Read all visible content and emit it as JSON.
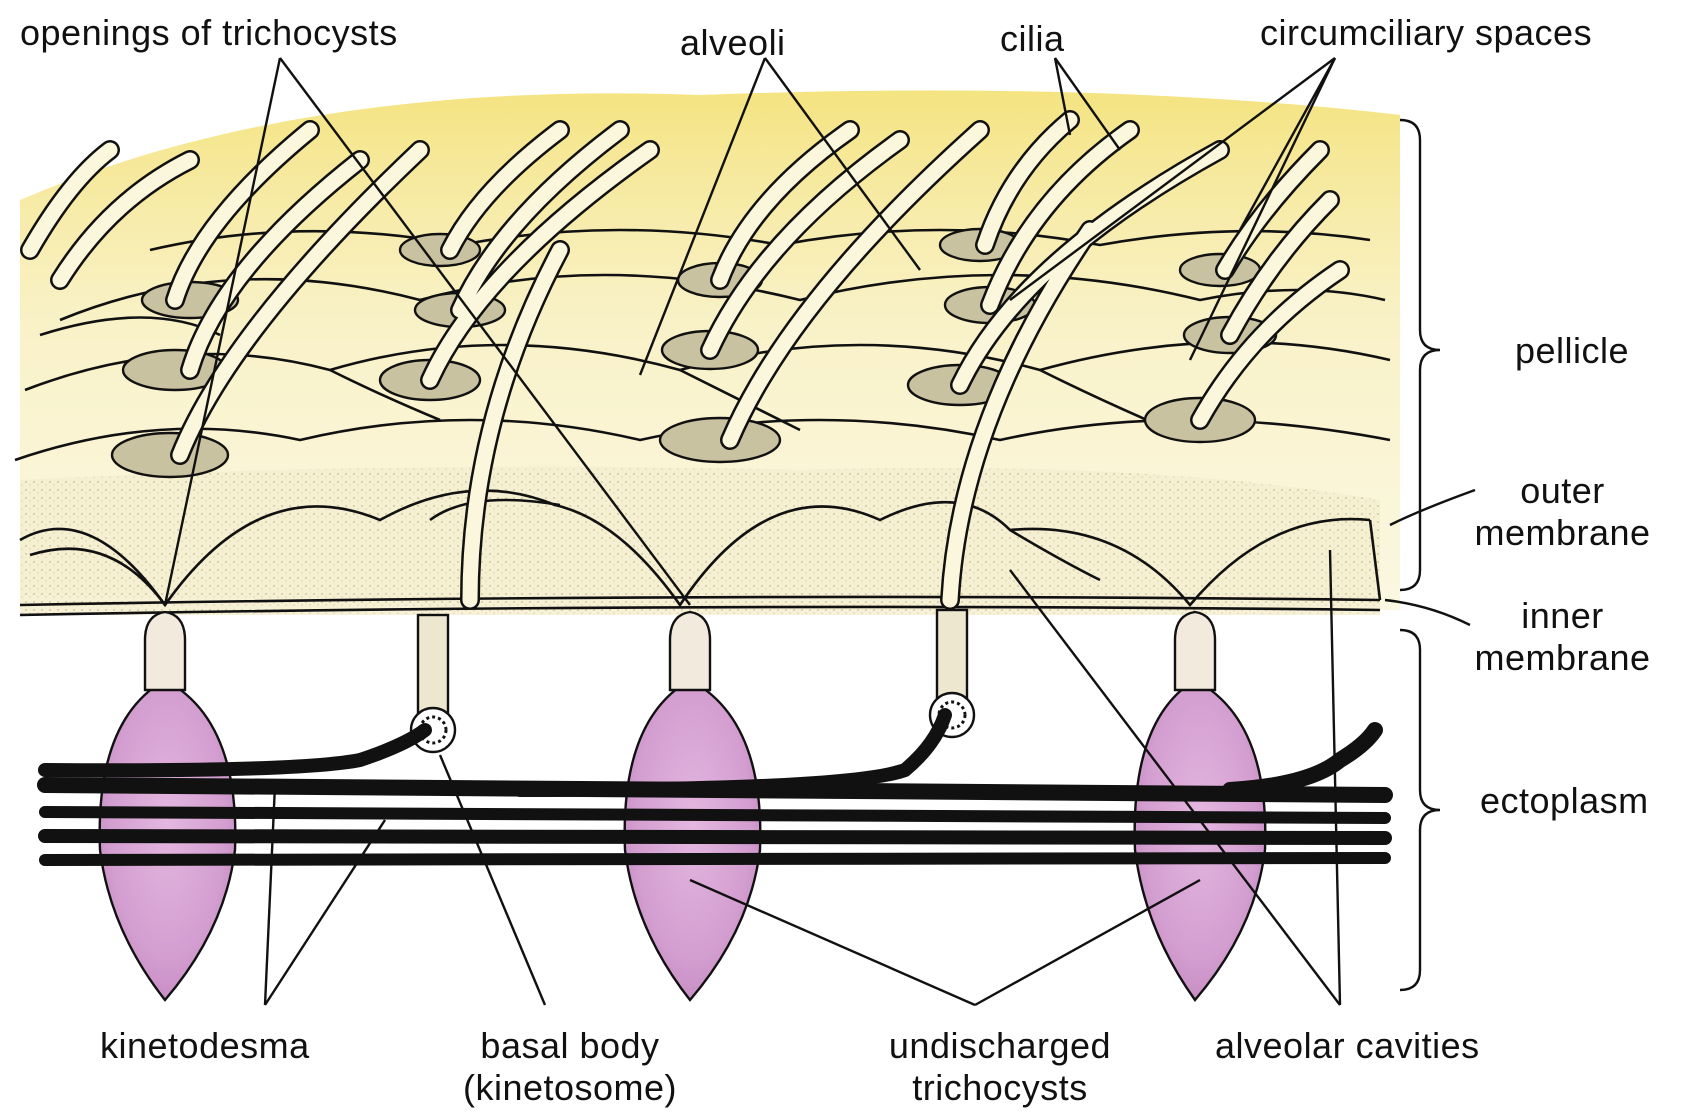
{
  "labels": {
    "openings_of_trichocysts": "openings of trichocysts",
    "alveoli": "alveoli",
    "cilia": "cilia",
    "circumciliary_spaces": "circumciliary spaces",
    "pellicle": "pellicle",
    "outer_membrane_1": "outer",
    "outer_membrane_2": "membrane",
    "inner_membrane_1": "inner",
    "inner_membrane_2": "membrane",
    "ectoplasm": "ectoplasm",
    "kinetodesma": "kinetodesma",
    "basal_body_1": "basal body",
    "basal_body_2": "(kinetosome)",
    "undischarged_1": "undischarged",
    "undischarged_2": "trichocysts",
    "alveolar_cavities": "alveolar cavities"
  },
  "colors": {
    "pellicle_fill": "#f7f0c4",
    "pellicle_glow": "#f4e27a",
    "cilium_fill": "#fbf7dc",
    "stipple": "#e3dcb8",
    "trichocyst_fill": "#d9a9d6",
    "trichocyst_edge": "#b77fb4",
    "tip_fill": "#f2eadd",
    "fiber": "#111111",
    "line": "#111111"
  }
}
